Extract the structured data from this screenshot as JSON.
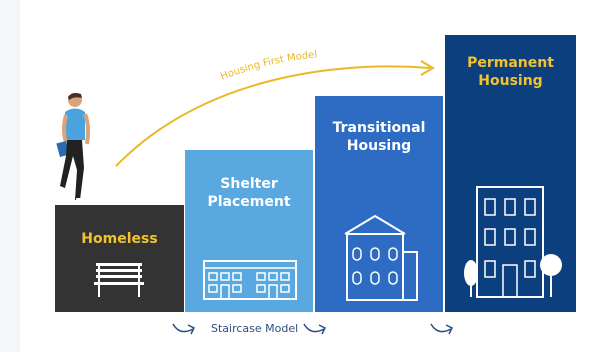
{
  "arrow_label": "Housing First Model",
  "steps": [
    {
      "title": "Homeless",
      "color": "#333333",
      "text_color": "#f2c230",
      "icon": "bench-icon"
    },
    {
      "title": "Shelter Placement",
      "color": "#5aa8e0",
      "text_color": "#ffffff",
      "icon": "shelter-building-icon"
    },
    {
      "title": "Transitional Housing",
      "color": "#2e6cc4",
      "text_color": "#ffffff",
      "icon": "transitional-house-icon"
    },
    {
      "title": "Permanent Housing",
      "color": "#0b3f7d",
      "text_color": "#f2c230",
      "icon": "apartment-building-icon"
    }
  ],
  "staircase_label": "Staircase Model",
  "colors": {
    "arrow": "#e8b923",
    "staircase_arrows": "#2b4f7e",
    "background": "#f4f6fa"
  }
}
